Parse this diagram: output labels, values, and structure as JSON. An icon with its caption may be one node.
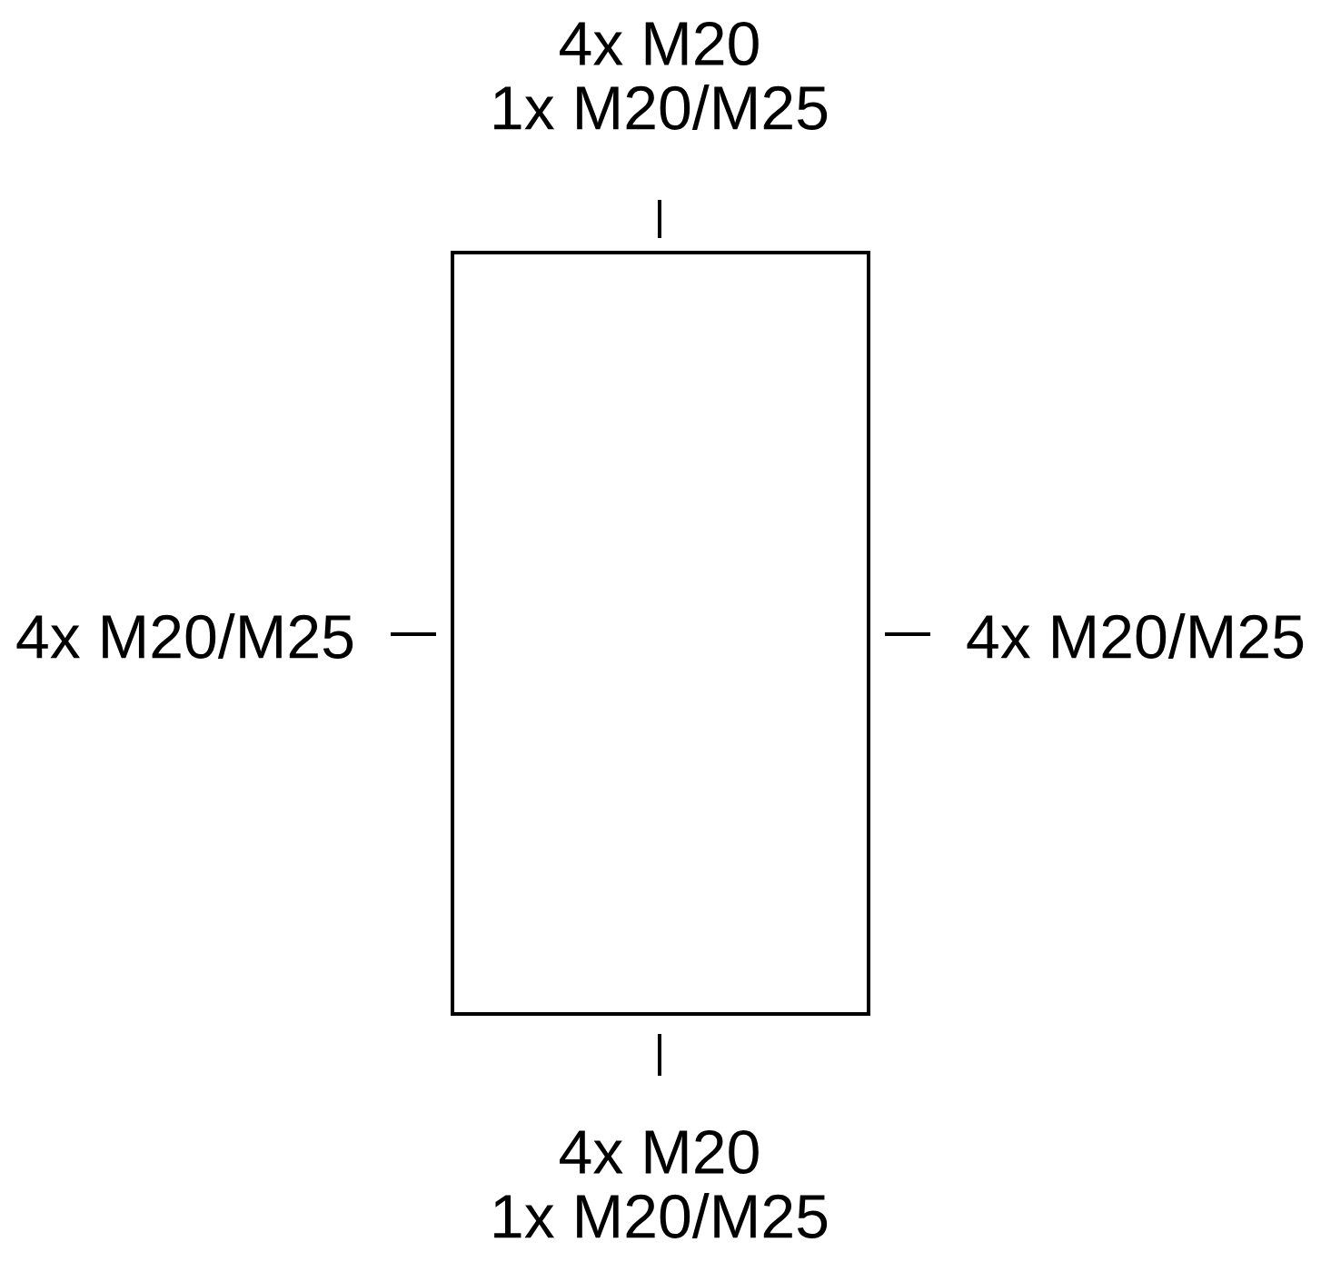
{
  "diagram": {
    "nodes": [
      {
        "text": [],
        "shape": "box"
      }
    ],
    "edges": [],
    "labels": [
      "4x M20",
      "1x M20/M25",
      "4x M20/M25",
      "4x M20/M25",
      "4x M20",
      "1x M20/M25"
    ]
  }
}
